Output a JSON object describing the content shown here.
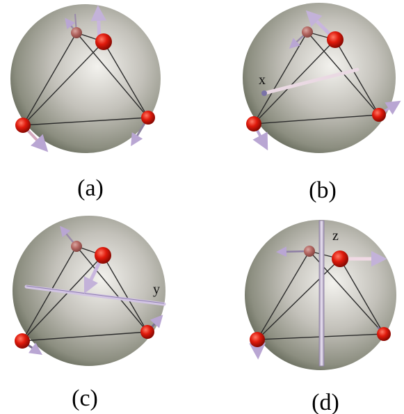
{
  "panels": [
    {
      "id": "a",
      "caption": "(a)",
      "axis_label": ""
    },
    {
      "id": "b",
      "caption": "(b)",
      "axis_label": "x"
    },
    {
      "id": "c",
      "caption": "(c)",
      "axis_label": "y"
    },
    {
      "id": "d",
      "caption": "(d)",
      "axis_label": "z"
    }
  ],
  "colors": {
    "sphere_light": "#f2f1ec",
    "sphere_mid": "#b4b2ab",
    "sphere_dark": "#5c604f",
    "atom": "#d51a10",
    "atom_back": "#b56a66",
    "arrow": "#c9b6de",
    "axis_rod": "#d7c9e3",
    "edge": "#2b2b2b"
  }
}
